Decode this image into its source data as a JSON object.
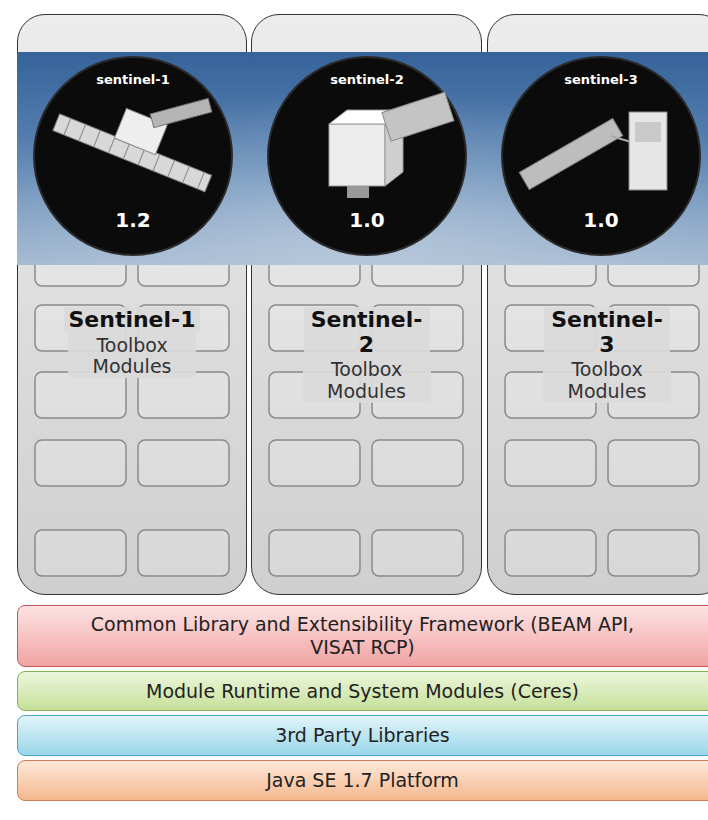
{
  "diagram": {
    "nodes": [
      {
        "text": [
          "Sentinel-1",
          "Toolbox Modules"
        ]
      },
      {
        "text": [
          "sentinel-1",
          "1.2"
        ],
        "in": 0
      },
      {
        "text": [
          "Sentinel-2",
          "Toolbox Modules"
        ]
      },
      {
        "text": [
          "sentinel-2",
          "1.0"
        ],
        "in": 2
      },
      {
        "text": [
          "Sentinel-3",
          "Toolbox Modules"
        ]
      },
      {
        "text": [
          "sentinel-3",
          "1.0"
        ],
        "in": 4
      },
      {
        "text": [
          "Common Library and Extensibility Framework (BEAM API, VISAT RCP)"
        ]
      },
      {
        "text": [
          "Module Runtime and System Modules (Ceres)"
        ]
      },
      {
        "text": [
          "3rd Party Libraries"
        ]
      },
      {
        "text": [
          "Java SE 1.7 Platform"
        ]
      }
    ],
    "edges": []
  }
}
